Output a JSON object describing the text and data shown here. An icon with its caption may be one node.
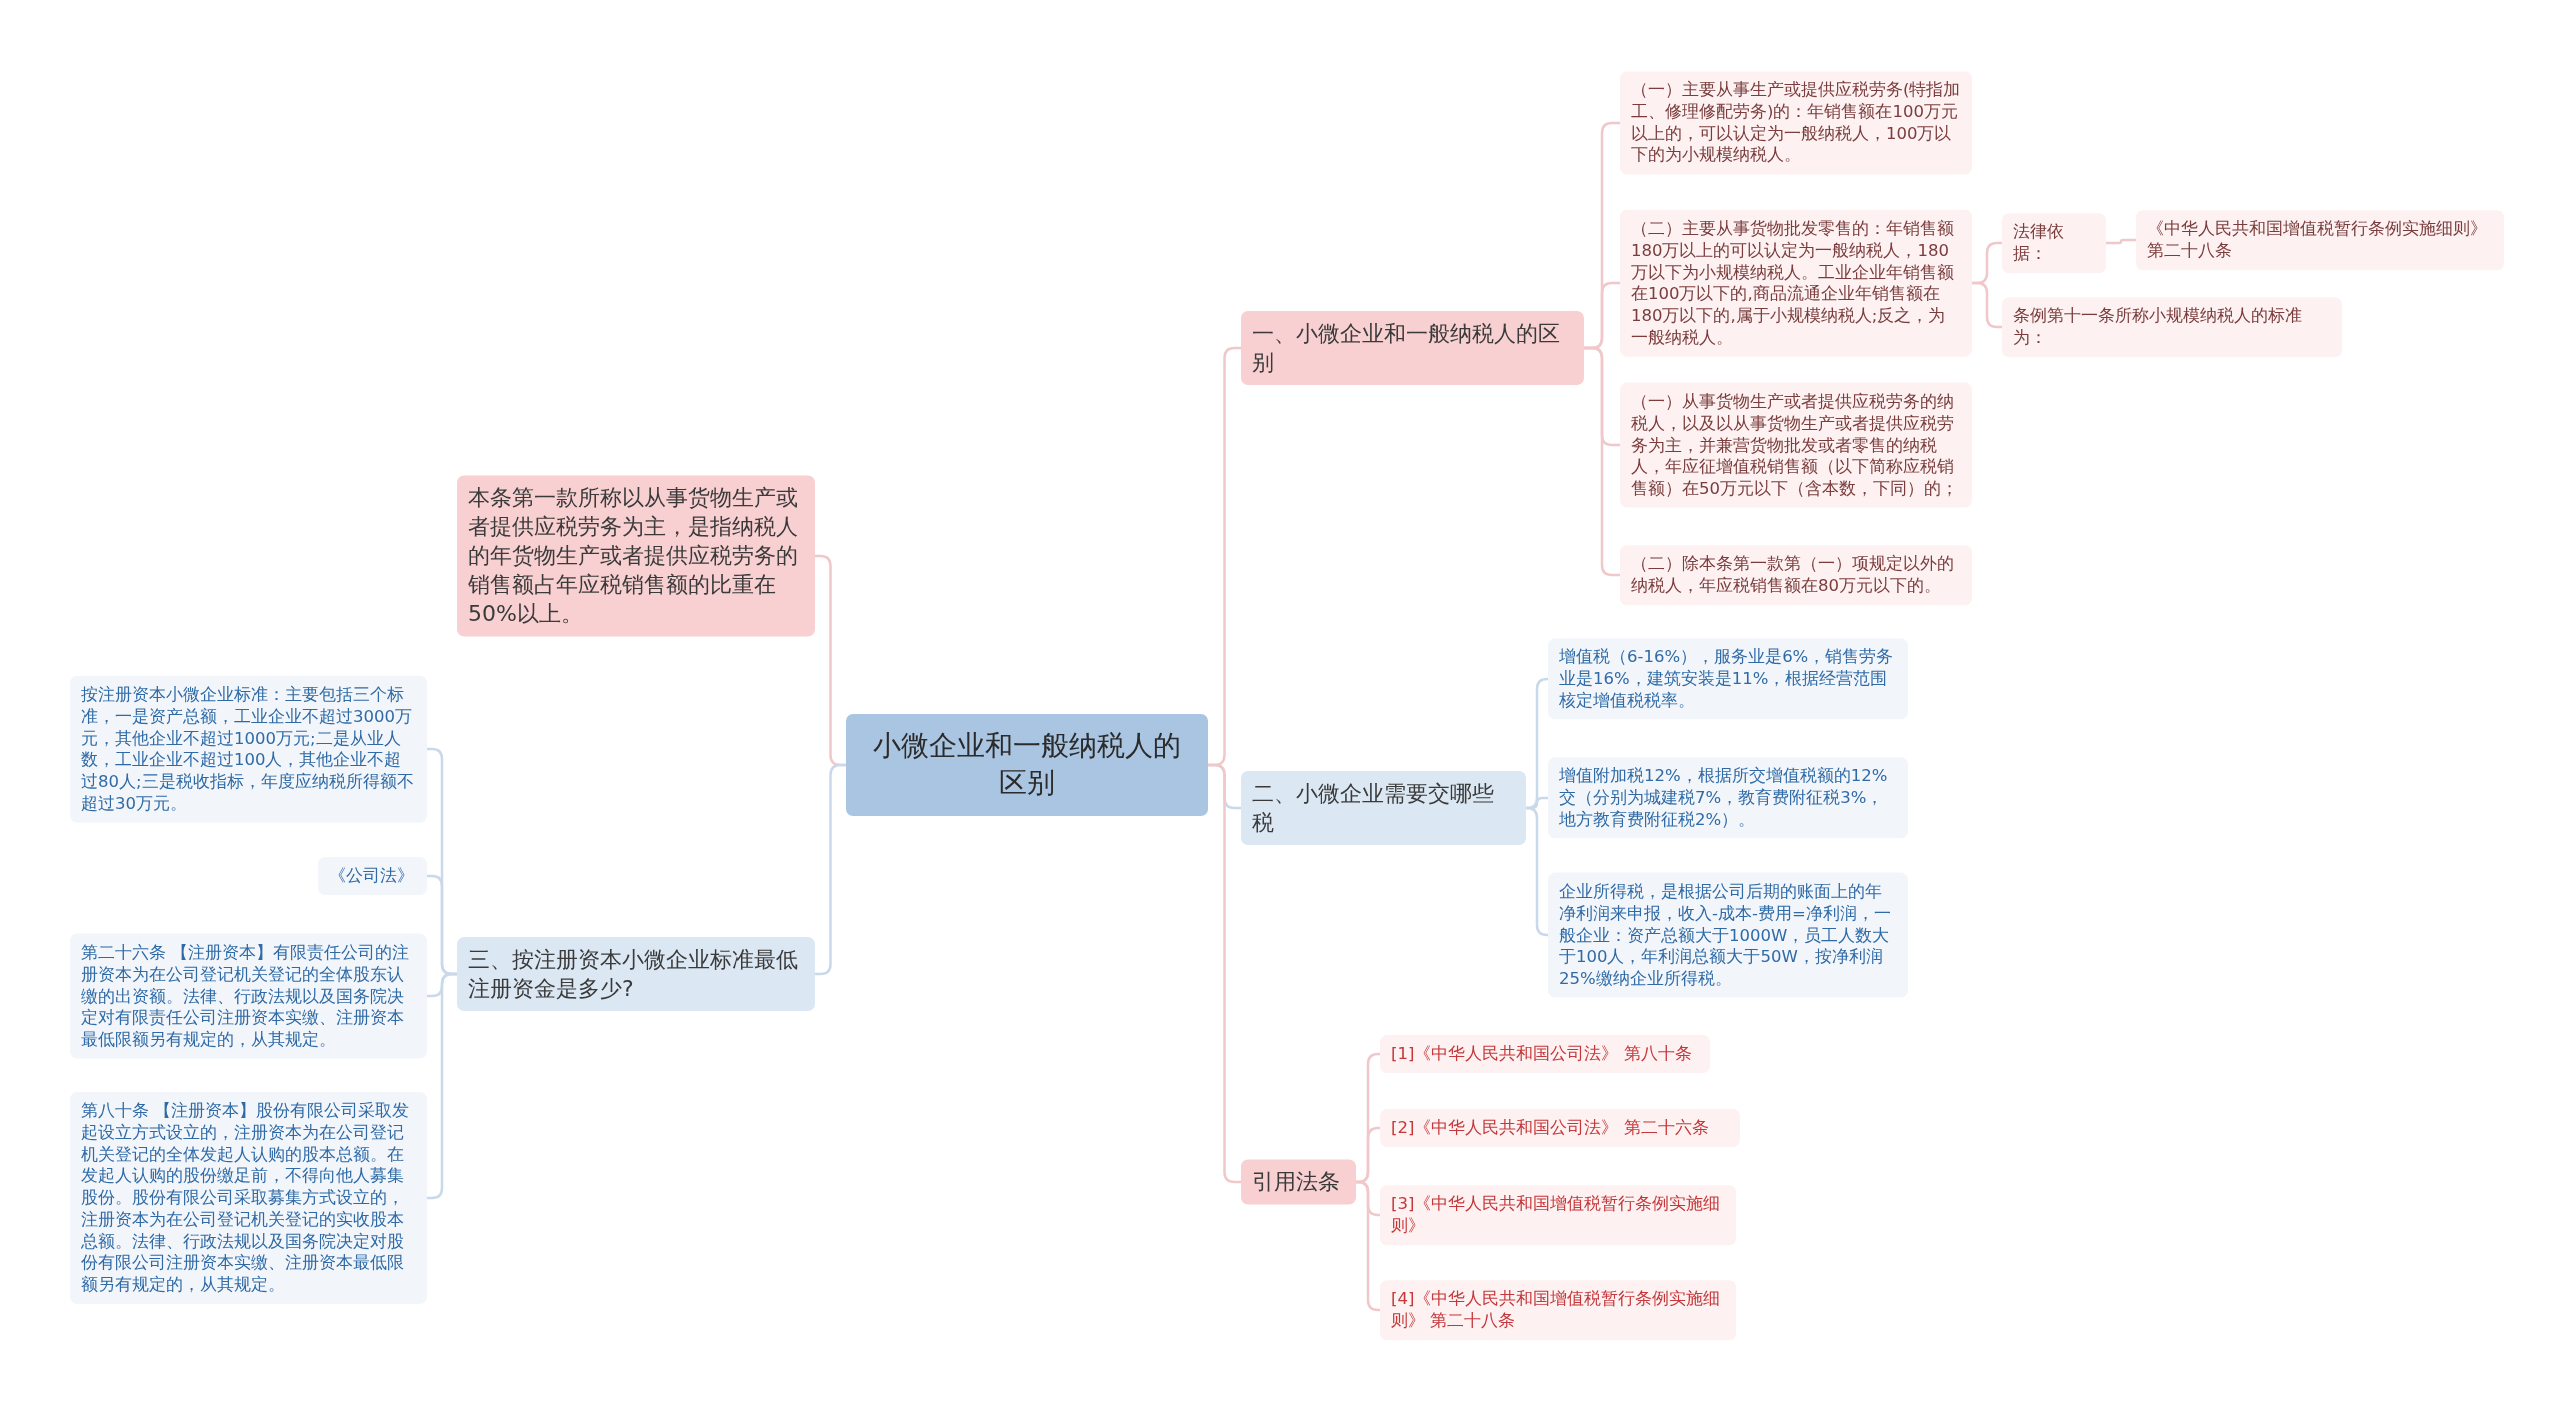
{
  "diagram": {
    "nodes": [
      {
        "text": [
          "小微企业和一般纳税人的区别"
        ]
      },
      {
        "text": [
          "一、小微企业和一般纳税人的区别"
        ]
      },
      {
        "text": [
          "（一）主要从事生产或提供应税劳务(特指加工、修理修配劳务)的：年销售额在100万元以上的，可以认定为一般纳税人，100万以下的为小规模纳税人。"
        ]
      },
      {
        "text": [
          "（二）主要从事货物批发零售的：年销售额180万以上的可以认定为一般纳税人，180万以下为小规模纳税人。工业企业年销售额在100万以下的,商品流通企业年销售额在180万以下的,属于小规模纳税人;反之，为一般纳税人。"
        ]
      },
      {
        "text": [
          "法律依据："
        ]
      },
      {
        "text": [
          "《中华人民共和国增值税暂行条例实施细则》第二十八条"
        ]
      },
      {
        "text": [
          "条例第十一条所称小规模纳税人的标准为："
        ]
      },
      {
        "text": [
          "（一）从事货物生产或者提供应税劳务的纳税人，以及以从事货物生产或者提供应税劳务为主，并兼营货物批发或者零售的纳税人，年应征增值税销售额（以下简称应税销售额）在50万元以下（含本数，下同）的；"
        ]
      },
      {
        "text": [
          "（二）除本条第一款第（一）项规定以外的纳税人，年应税销售额在80万元以下的。"
        ]
      },
      {
        "text": [
          "二、小微企业需要交哪些税"
        ]
      },
      {
        "text": [
          "增值税（6-16%），服务业是6%，销售劳务业是16%，建筑安装是11%，根据经营范围核定增值税税率。"
        ]
      },
      {
        "text": [
          "增值附加税12%，根据所交增值税额的12%交（分别为城建税7%，教育费附征税3%，地方教育费附征税2%）。"
        ]
      },
      {
        "text": [
          "企业所得税，是根据公司后期的账面上的年净利润来申报，收入-成本-费用=净利润，一般企业：资产总额大于1000W，员工人数大于100人，年利润总额大于50W，按净利润25%缴纳企业所得税。"
        ]
      },
      {
        "text": [
          "引用法条"
        ]
      },
      {
        "text": [
          "[1]《中华人民共和国公司法》 第八十条"
        ]
      },
      {
        "text": [
          "[2]《中华人民共和国公司法》 第二十六条"
        ]
      },
      {
        "text": [
          "[3]《中华人民共和国增值税暂行条例实施细则》"
        ]
      },
      {
        "text": [
          "[4]《中华人民共和国增值税暂行条例实施细则》 第二十八条"
        ]
      },
      {
        "text": [
          "本条第一款所称以从事货物生产或者提供应税劳务为主，是指纳税人的年货物生产或者提供应税劳务的销售额占年应税销售额的比重在50%以上。"
        ]
      },
      {
        "text": [
          "三、按注册资本小微企业标准最低注册资金是多少?"
        ]
      },
      {
        "text": [
          "按注册资本小微企业标准：主要包括三个标准，一是资产总额，工业企业不超过3000万元，其他企业不超过1000万元;二是从业人数，工业企业不超过100人，其他企业不超过80人;三是税收指标，年度应纳税所得额不超过30万元。"
        ]
      },
      {
        "text": [
          "《公司法》"
        ]
      },
      {
        "text": [
          "第二十六条 【注册资本】有限责任公司的注册资本为在公司登记机关登记的全体股东认缴的出资额。法律、行政法规以及国务院决定对有限责任公司注册资本实缴、注册资本最低限额另有规定的，从其规定。"
        ]
      },
      {
        "text": [
          "第八十条 【注册资本】股份有限公司采取发起设立方式设立的，注册资本为在公司登记机关登记的全体发起人认购的股本总额。在发起人认购的股份缴足前，不得向他人募集股份。股份有限公司采取募集方式设立的，注册资本为在公司登记机关登记的实收股本总额。法律、行政法规以及国务院决定对股份有限公司注册资本实缴、注册资本最低限额另有规定的，从其规定。"
        ]
      }
    ],
    "edges": [
      {
        "from": 0,
        "to": 1,
        "arrow": "none"
      },
      {
        "from": 1,
        "to": 2,
        "arrow": "none"
      },
      {
        "from": 1,
        "to": 3,
        "arrow": "none"
      },
      {
        "from": 3,
        "to": 4,
        "arrow": "none"
      },
      {
        "from": 4,
        "to": 5,
        "arrow": "none"
      },
      {
        "from": 3,
        "to": 6,
        "arrow": "none"
      },
      {
        "from": 1,
        "to": 7,
        "arrow": "none"
      },
      {
        "from": 1,
        "to": 8,
        "arrow": "none"
      },
      {
        "from": 0,
        "to": 9,
        "arrow": "none",
        "color": "#c9d9ea"
      },
      {
        "from": 9,
        "to": 10,
        "arrow": "none",
        "color": "#c9d9ea"
      },
      {
        "from": 9,
        "to": 11,
        "arrow": "none",
        "color": "#c9d9ea"
      },
      {
        "from": 9,
        "to": 12,
        "arrow": "none",
        "color": "#c9d9ea"
      },
      {
        "from": 0,
        "to": 13,
        "arrow": "none"
      },
      {
        "from": 13,
        "to": 14,
        "arrow": "none"
      },
      {
        "from": 13,
        "to": 15,
        "arrow": "none"
      },
      {
        "from": 13,
        "to": 16,
        "arrow": "none"
      },
      {
        "from": 13,
        "to": 17,
        "arrow": "none"
      },
      {
        "from": 0,
        "to": 18,
        "arrow": "none"
      },
      {
        "from": 0,
        "to": 19,
        "arrow": "none",
        "color": "#c9d9ea"
      },
      {
        "from": 19,
        "to": 20,
        "arrow": "none",
        "color": "#c9d9ea"
      },
      {
        "from": 19,
        "to": 21,
        "arrow": "none",
        "color": "#c9d9ea"
      },
      {
        "from": 19,
        "to": 22,
        "arrow": "none",
        "color": "#c9d9ea"
      },
      {
        "from": 19,
        "to": 23,
        "arrow": "none",
        "color": "#c9d9ea"
      }
    ]
  }
}
